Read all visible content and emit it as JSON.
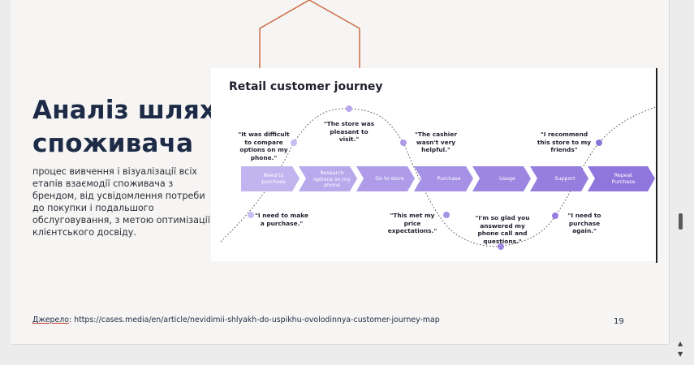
{
  "slide": {
    "title_line1": "Аналіз шляху",
    "title_line2": "споживача",
    "description": "процес вивчення і візуалізації всіх етапів взаємодії споживача з брендом, від усвідомлення потреби до покупки і подальшого обслуговування, з метою оптимізації клієнтського досвіду.",
    "source_label": "Джерело",
    "source_sep": ": ",
    "source_url": "https://cases.media/en/article/nevidimii-shlyakh-do-uspikhu-ovolodinnya-customer-journey-map",
    "page_number": "19"
  },
  "journey": {
    "title": "Retail customer journey",
    "stages": [
      "Need to purchase",
      "Research options on my phone",
      "Go to store",
      "Purchase",
      "Usage",
      "Support",
      "Repeat Purchase"
    ],
    "quotes_top": [
      "\"It was difficult to compare options on my phone.\"",
      "\"The store was pleasant to visit.\"",
      "\"The cashier wasn't very helpful.\"",
      "\"I recommend this store to my friends\""
    ],
    "quotes_bottom": [
      "\"I need to make a purchase.\"",
      "\"This met my price expectations.\"",
      "\"I'm so glad you answered my phone call and questions.\"",
      "\"I need to purchase again.\""
    ],
    "colors": {
      "stage_light": "#c2b4ef",
      "stage_dark": "#8e76dc",
      "dot_light": "#c9bdf3",
      "dot_dark": "#8a74d6",
      "curve": "#555555"
    }
  },
  "decor": {
    "hexagon_color": "#c9643c"
  }
}
